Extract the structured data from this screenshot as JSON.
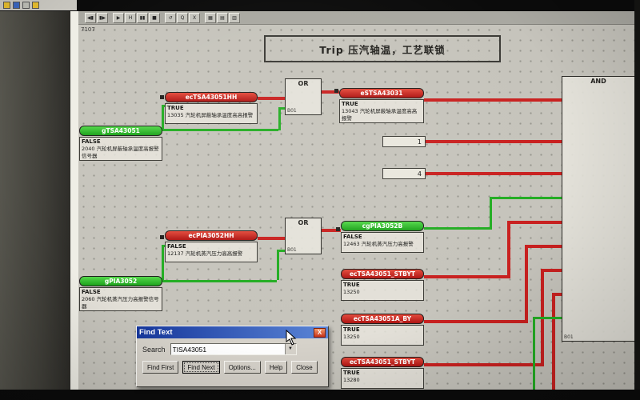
{
  "window": {
    "sheet_number": "7107",
    "mini_icons": [
      "app-icon-1",
      "app-icon-2",
      "app-icon-3",
      "app-icon-4"
    ]
  },
  "toolbar": {
    "buttons": [
      {
        "name": "prev-sheet",
        "glyph": "◀▮"
      },
      {
        "name": "next-sheet",
        "glyph": "▮▶"
      },
      {
        "name": "run",
        "glyph": "▶"
      },
      {
        "name": "hold",
        "glyph": "H"
      },
      {
        "name": "pause",
        "glyph": "▮▮"
      },
      {
        "name": "stop",
        "glyph": "■"
      },
      {
        "name": "refresh",
        "glyph": "↺"
      },
      {
        "name": "zoom",
        "glyph": "Q"
      },
      {
        "name": "close-view",
        "glyph": "X"
      },
      {
        "name": "view-grid-1",
        "glyph": "▦"
      },
      {
        "name": "view-grid-2",
        "glyph": "▤"
      },
      {
        "name": "view-grid-3",
        "glyph": "▥"
      }
    ]
  },
  "diagram": {
    "title": "Trip 压汽轴温，工艺联锁",
    "gates": [
      {
        "label": "OR",
        "tag": "B01"
      },
      {
        "label": "OR",
        "tag": "B01"
      },
      {
        "label": "AND",
        "tag": "B01"
      }
    ],
    "constants": [
      {
        "value": "1"
      },
      {
        "value": "4"
      }
    ],
    "blocks": [
      {
        "tag": "gTSA43051",
        "state": "FALSE",
        "desc": "2040 汽轮机屏蔽轴承温度高报警信号器",
        "color": "green"
      },
      {
        "tag": "ecTSA43051HH",
        "state": "TRUE",
        "desc": "13035 汽轮机屏蔽轴承温度高高报警",
        "color": "red"
      },
      {
        "tag": "eSTSA43031",
        "state": "TRUE",
        "desc": "13043 汽轮机屏蔽轴承温度高高报警",
        "color": "red"
      },
      {
        "tag": "gPIA3052",
        "state": "FALSE",
        "desc": "2060 汽轮机蒸汽压力高报警信号器",
        "color": "green"
      },
      {
        "tag": "ecPIA3052HH",
        "state": "FALSE",
        "desc": "12137 汽轮机蒸汽压力高高报警",
        "color": "red"
      },
      {
        "tag": "cgPIA3052B",
        "state": "FALSE",
        "desc": "12463 汽轮机蒸汽压力高报警",
        "color": "green"
      },
      {
        "tag": "ecTSA43051_STBYT",
        "state": "TRUE",
        "desc": "13250",
        "color": "red"
      },
      {
        "tag": "ecTSA43051A_BY",
        "state": "TRUE",
        "desc": "13250",
        "color": "red"
      },
      {
        "tag": "ecTSA43051_STBYT",
        "state": "TRUE",
        "desc": "13280",
        "color": "red"
      }
    ]
  },
  "find_dialog": {
    "title": "Find Text",
    "search_label": "Search",
    "search_value": "TISA43051",
    "buttons": [
      {
        "label": "Find First"
      },
      {
        "label": "Find Next"
      },
      {
        "label": "Options..."
      },
      {
        "label": "Help"
      },
      {
        "label": "Close"
      }
    ]
  },
  "icons": {
    "close_glyph": "X",
    "dropdown_glyph": "▼"
  },
  "colors": {
    "active_red": "#c92120",
    "inactive_green": "#23ad23",
    "dialog_titlebar": "#16379c"
  }
}
